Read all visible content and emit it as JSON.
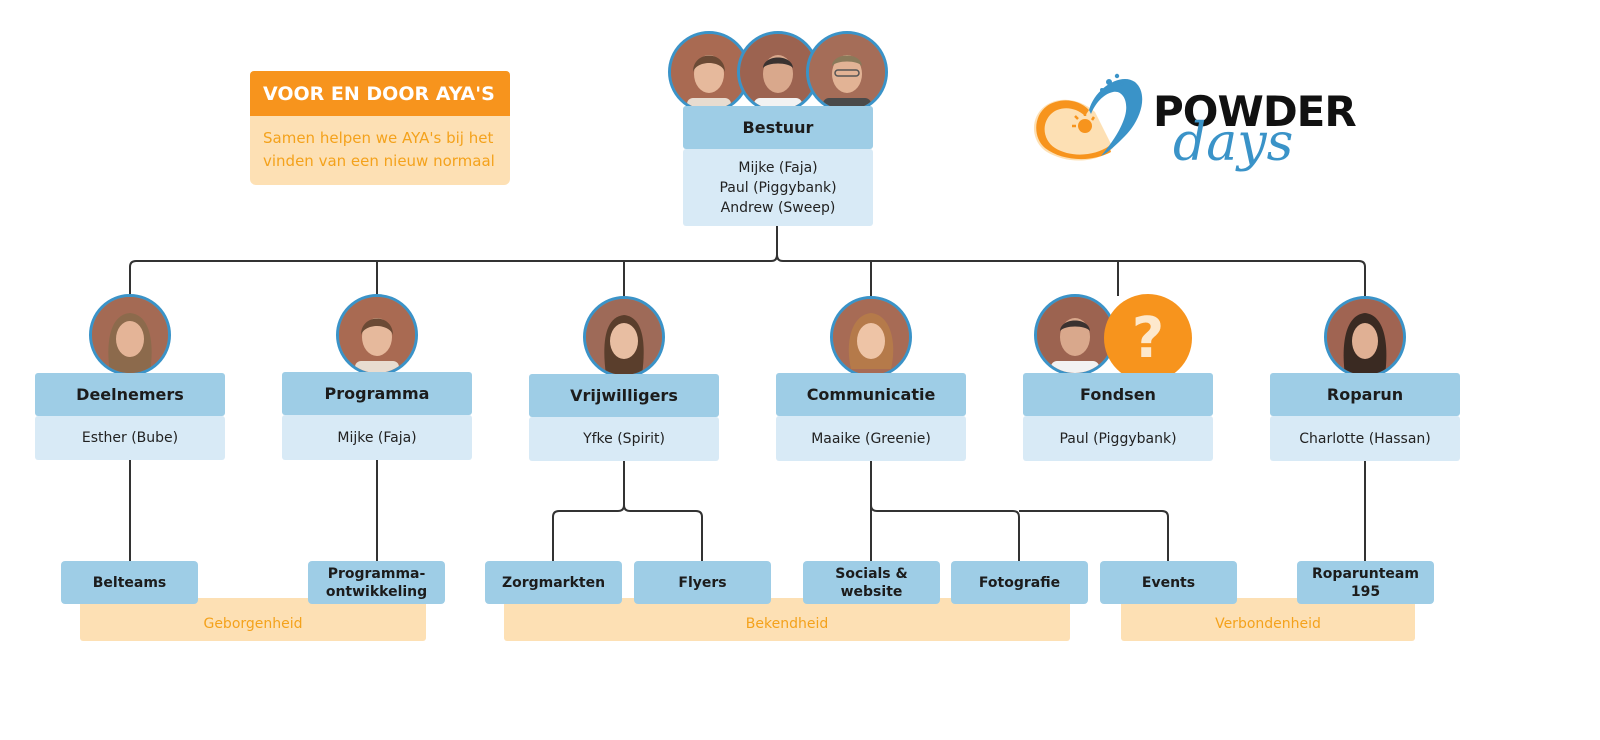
{
  "motto": {
    "title": "VOOR EN DOOR AYA'S",
    "text_line1": "Samen helpen we AYA's bij het",
    "text_line2": "vinden van een nieuw normaal"
  },
  "logo": {
    "word1": "POWDER",
    "word2": "days",
    "colors": {
      "orange": "#f7941d",
      "blue": "#3a93c8"
    }
  },
  "board": {
    "title": "Bestuur",
    "members": [
      "Mijke (Faja)",
      "Paul (Piggybank)",
      "Andrew (Sweep)"
    ]
  },
  "departments": [
    {
      "title": "Deelnemers",
      "person": "Esther (Bube)"
    },
    {
      "title": "Programma",
      "person": "Mijke (Faja)"
    },
    {
      "title": "Vrijwilligers",
      "person": "Yfke (Spirit)"
    },
    {
      "title": "Communicatie",
      "person": "Maaike (Greenie)"
    },
    {
      "title": "Fondsen",
      "person": "Paul (Piggybank)",
      "vacancy_mark": "?"
    },
    {
      "title": "Roparun",
      "person": "Charlotte (Hassan)"
    }
  ],
  "teams": [
    {
      "label": "Belteams"
    },
    {
      "label_line1": "Programma-",
      "label_line2": "ontwikkeling"
    },
    {
      "label": "Zorgmarkten"
    },
    {
      "label": "Flyers"
    },
    {
      "label": "Socials & website"
    },
    {
      "label": "Fotografie"
    },
    {
      "label": "Events"
    },
    {
      "label": "Roparunteam 195"
    }
  ],
  "values": [
    {
      "label": "Geborgenheid"
    },
    {
      "label": "Bekendheid"
    },
    {
      "label": "Verbondenheid"
    }
  ],
  "colors": {
    "card_header": "#9ecde6",
    "card_body": "#d8eaf6",
    "accent_orange": "#f7941d",
    "band_fill": "#fde0b4",
    "connector": "#333333"
  }
}
